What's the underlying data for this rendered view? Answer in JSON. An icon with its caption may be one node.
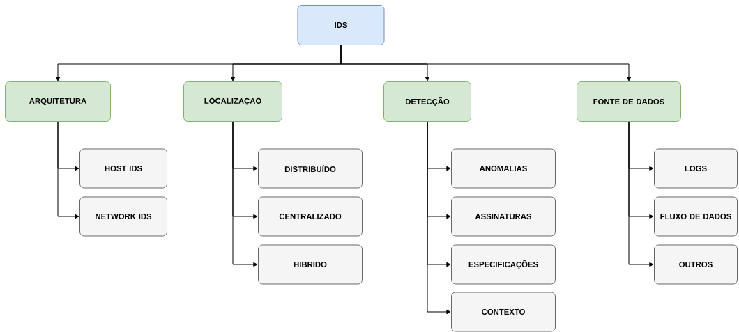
{
  "diagram": {
    "nodes": [
      {
        "text": [
          "IDS"
        ]
      },
      {
        "text": [
          "ARQUITETURA"
        ]
      },
      {
        "text": [
          "HOST IDS"
        ]
      },
      {
        "text": [
          "NETWORK IDS"
        ]
      },
      {
        "text": [
          "LOCALIZAÇAO"
        ]
      },
      {
        "text": [
          "DISTRIBUÍDO"
        ]
      },
      {
        "text": [
          "CENTRALIZADO"
        ]
      },
      {
        "text": [
          "HIBRIDO"
        ]
      },
      {
        "text": [
          "DETECÇÃO"
        ]
      },
      {
        "text": [
          "ANOMALIAS"
        ]
      },
      {
        "text": [
          "ASSINATURAS"
        ]
      },
      {
        "text": [
          "ESPECIFICAÇÕES"
        ]
      },
      {
        "text": [
          "CONTEXTO"
        ]
      },
      {
        "text": [
          "FONTE DE DADOS"
        ]
      },
      {
        "text": [
          "LOGS"
        ]
      },
      {
        "text": [
          "FLUXO DE DADOS"
        ]
      },
      {
        "text": [
          "OUTROS"
        ]
      }
    ],
    "edges": [
      {
        "from": 0,
        "to": 1,
        "arrow": "to"
      },
      {
        "from": 0,
        "to": 4,
        "arrow": "to"
      },
      {
        "from": 0,
        "to": 8,
        "arrow": "to"
      },
      {
        "from": 0,
        "to": 13,
        "arrow": "to"
      },
      {
        "from": 1,
        "to": 2,
        "arrow": "to"
      },
      {
        "from": 1,
        "to": 3,
        "arrow": "to"
      },
      {
        "from": 4,
        "to": 5,
        "arrow": "to"
      },
      {
        "from": 4,
        "to": 6,
        "arrow": "to"
      },
      {
        "from": 4,
        "to": 7,
        "arrow": "to"
      },
      {
        "from": 8,
        "to": 9,
        "arrow": "to"
      },
      {
        "from": 8,
        "to": 10,
        "arrow": "to"
      },
      {
        "from": 8,
        "to": 11,
        "arrow": "to"
      },
      {
        "from": 8,
        "to": 12,
        "arrow": "to"
      },
      {
        "from": 13,
        "to": 14,
        "arrow": "to"
      },
      {
        "from": 13,
        "to": 15,
        "arrow": "to"
      },
      {
        "from": 13,
        "to": 16,
        "arrow": "to"
      }
    ]
  }
}
